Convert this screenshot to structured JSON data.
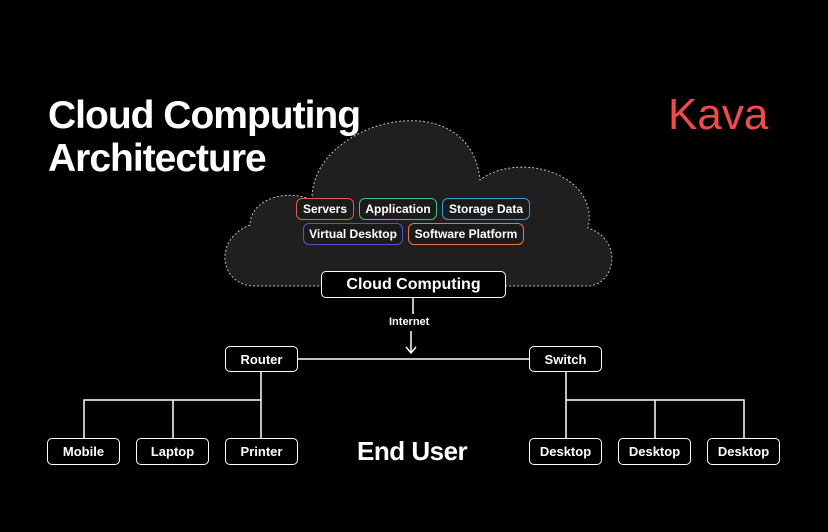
{
  "title": {
    "line1": "Cloud Computing",
    "line2": "Architecture"
  },
  "brand": {
    "name": "Kava",
    "color": "#f04a4a"
  },
  "cloud": {
    "services": [
      {
        "label": "Servers",
        "color": "#e0584b"
      },
      {
        "label": "Application",
        "color": "#3fbf8f"
      },
      {
        "label": "Storage Data",
        "color": "#3a9bdc"
      },
      {
        "label": "Virtual Desktop",
        "color": "#4a56d6"
      },
      {
        "label": "Software Platform",
        "color": "#e07a3a"
      }
    ],
    "hub": "Cloud Computing"
  },
  "connection_label": "Internet",
  "router": {
    "label": "Router",
    "devices": [
      "Mobile",
      "Laptop",
      "Printer"
    ]
  },
  "switch": {
    "label": "Switch",
    "devices": [
      "Desktop",
      "Desktop",
      "Desktop"
    ]
  },
  "end_user": "End User"
}
